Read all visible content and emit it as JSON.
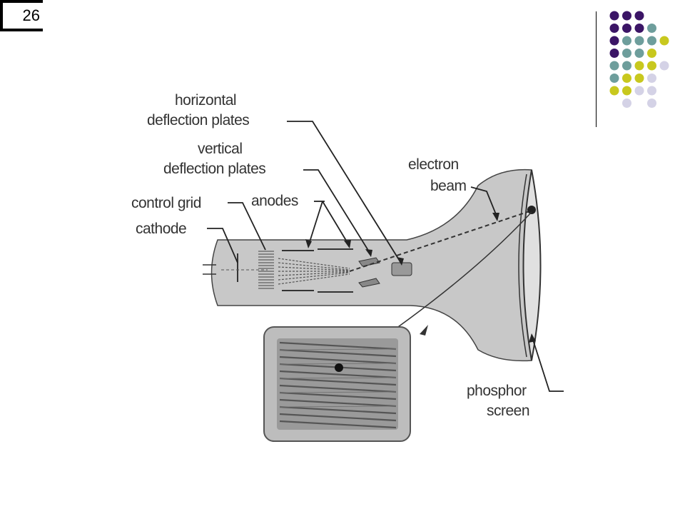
{
  "slide": {
    "number": "26"
  },
  "palette": {
    "dark_purple": "#3b1566",
    "teal": "#6e9e9c",
    "yellow": "#c8c81e",
    "lavender": "#d4d2e6"
  },
  "diagram": {
    "labels": {
      "horizontal_1": "horizontal",
      "horizontal_2": "deflection plates",
      "vertical_1": "vertical",
      "vertical_2": "deflection plates",
      "control_grid": "control grid",
      "anodes": "anodes",
      "cathode": "cathode",
      "electron_1": "electron",
      "electron_2": "beam",
      "phosphor_1": "phosphor",
      "phosphor_2": "screen"
    }
  }
}
